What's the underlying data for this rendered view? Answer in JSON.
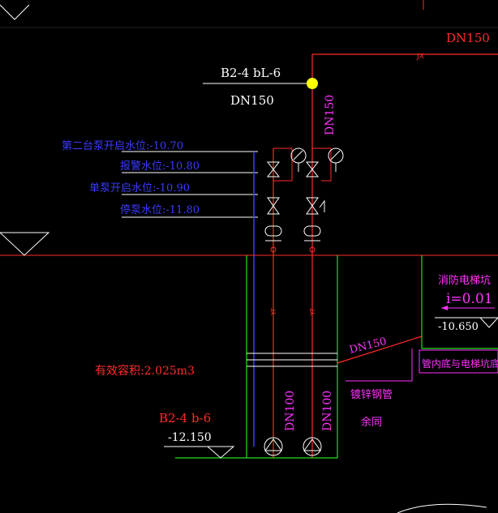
{
  "colors": {
    "red": "#ff2b2b",
    "green": "#22e022",
    "white": "#ffffff",
    "yellow": "#ffff00",
    "magenta": "#ff33ff",
    "blue": "#3b3bff",
    "gray": "#9a9a9a"
  },
  "labels": {
    "riser_tag": "B2-4 bL-6",
    "riser_size": "DN150",
    "vertical_size": "DN150",
    "top_right_size": "DN150",
    "top_right_mark": "JX",
    "level_pump2_start": "第二台泵开启水位:-10.70",
    "level_alarm": "报警水位:-10.80",
    "level_single_start": "单泵开启水位:-10.90",
    "level_stop": "停泵水位:-11.80",
    "pipe_mark_left": "YF",
    "pipe_mark_right": "YF",
    "elevator_pit": "消防电梯坑",
    "slope": "i=0.01",
    "pit_level": "-10.650",
    "pit_note": "管内底与电梯坑底平",
    "diagonal_size": "DN150",
    "galvanized_pipe": "镀锌钢管",
    "spare": "余同",
    "effective_volume": "有效容积:2.025m3",
    "sump_tag": "B2-4 b-6",
    "sump_level": "-12.150",
    "pump_left_size": "DN100",
    "pump_right_size": "DN100"
  }
}
